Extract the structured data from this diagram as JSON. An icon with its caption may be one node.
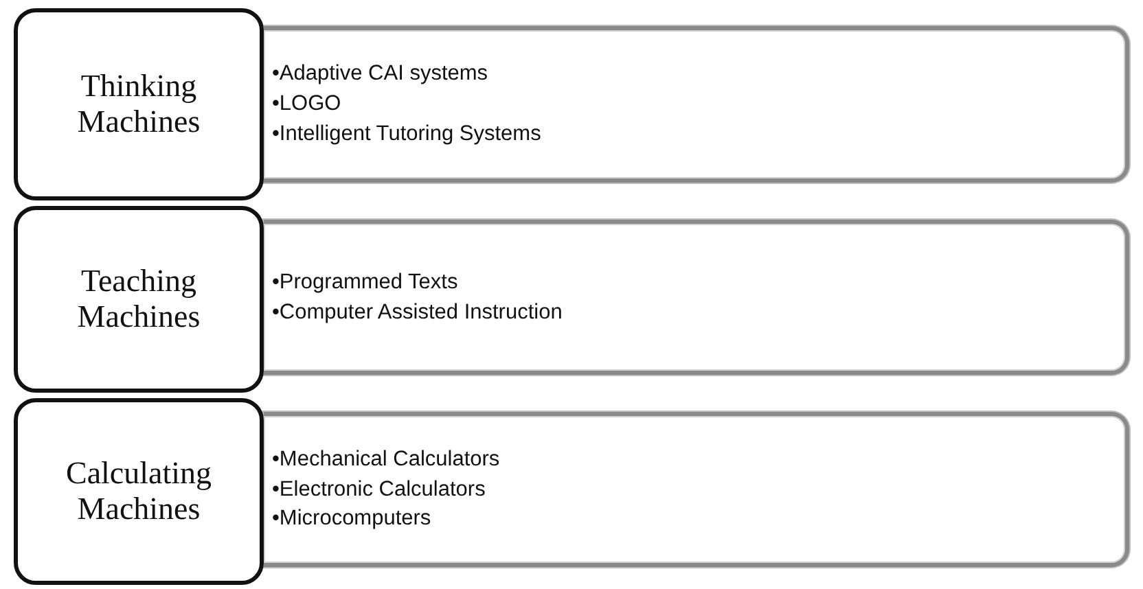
{
  "diagram": {
    "nodes": [
      {
        "text": [
          "Thinking Machines"
        ]
      },
      {
        "text": [
          "•Adaptive CAI systems",
          "•LOGO",
          "•Intelligent Tutoring Systems"
        ]
      },
      {
        "text": [
          "Teaching Machines"
        ]
      },
      {
        "text": [
          "•Programmed Texts",
          "•Computer Assisted Instruction"
        ]
      },
      {
        "text": [
          "Calculating Machines"
        ]
      },
      {
        "text": [
          "•Mechanical Calculators",
          "•Electronic Calculators",
          "•Microcomputers"
        ]
      }
    ]
  }
}
